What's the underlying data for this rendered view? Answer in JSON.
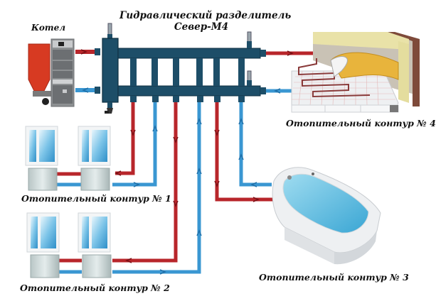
{
  "title": {
    "line1": "Гидравлический разделитель",
    "line2": "Север-М4"
  },
  "boiler": {
    "label": "Котел"
  },
  "circuits": [
    {
      "id": 1,
      "label": "Отопительный контур № 1",
      "type": "radiators"
    },
    {
      "id": 2,
      "label": "Отопительный контур № 2",
      "type": "radiators"
    },
    {
      "id": 3,
      "label": "Отопительный контур № 3",
      "type": "bathtub"
    },
    {
      "id": 4,
      "label": "Отопительный контур № 4",
      "type": "underfloor-heating"
    }
  ],
  "colors": {
    "supply": "#b8262b",
    "return": "#3a97d2",
    "manifold": "#1d4e68",
    "manifold_edge": "#0e2f40"
  }
}
